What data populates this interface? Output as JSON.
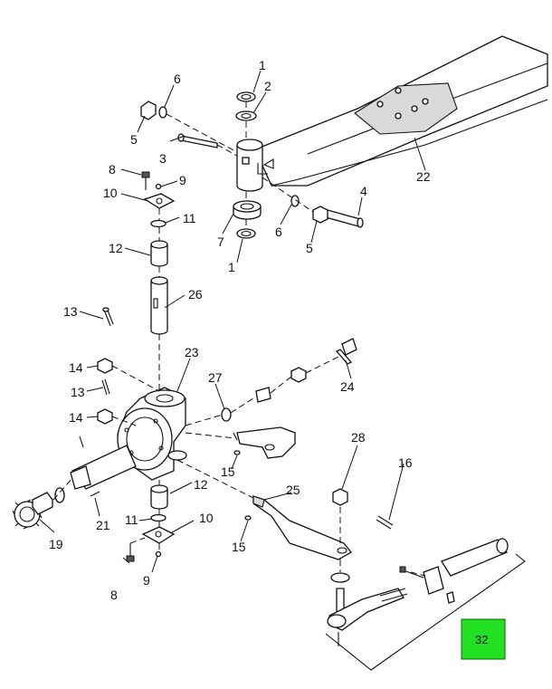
{
  "diagram": {
    "callouts": [
      {
        "id": "1",
        "label": "1"
      },
      {
        "id": "2",
        "label": "2"
      },
      {
        "id": "3",
        "label": "3"
      },
      {
        "id": "4",
        "label": "4"
      },
      {
        "id": "5a",
        "label": "5"
      },
      {
        "id": "5b",
        "label": "5"
      },
      {
        "id": "6a",
        "label": "6"
      },
      {
        "id": "6b",
        "label": "6"
      },
      {
        "id": "7",
        "label": "7"
      },
      {
        "id": "8a",
        "label": "8"
      },
      {
        "id": "8b",
        "label": "8"
      },
      {
        "id": "9a",
        "label": "9"
      },
      {
        "id": "9b",
        "label": "9"
      },
      {
        "id": "10a",
        "label": "10"
      },
      {
        "id": "10b",
        "label": "10"
      },
      {
        "id": "11a",
        "label": "11"
      },
      {
        "id": "11b",
        "label": "11"
      },
      {
        "id": "12a",
        "label": "12"
      },
      {
        "id": "12b",
        "label": "12"
      },
      {
        "id": "13a",
        "label": "13"
      },
      {
        "id": "13b",
        "label": "13"
      },
      {
        "id": "14a",
        "label": "14"
      },
      {
        "id": "14b",
        "label": "14"
      },
      {
        "id": "15a",
        "label": "15"
      },
      {
        "id": "15b",
        "label": "15"
      },
      {
        "id": "16",
        "label": "16"
      },
      {
        "id": "19",
        "label": "19"
      },
      {
        "id": "21",
        "label": "21"
      },
      {
        "id": "22",
        "label": "22"
      },
      {
        "id": "23",
        "label": "23"
      },
      {
        "id": "24",
        "label": "24"
      },
      {
        "id": "25",
        "label": "25"
      },
      {
        "id": "26",
        "label": "26"
      },
      {
        "id": "27",
        "label": "27"
      },
      {
        "id": "28",
        "label": "28"
      },
      {
        "id": "1b",
        "label": "1"
      }
    ],
    "highlight": {
      "label": "32",
      "color": "#22e022"
    }
  }
}
